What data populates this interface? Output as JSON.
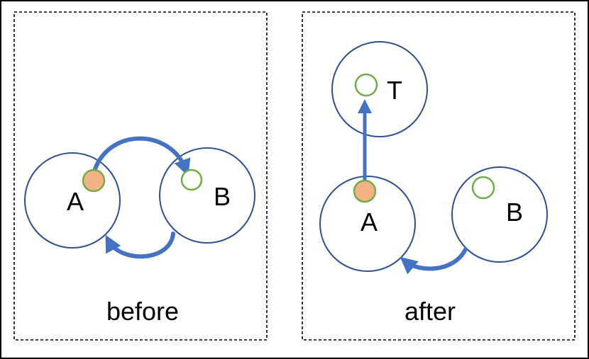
{
  "colors": {
    "frame": "#000000",
    "circle_stroke": "#2F4F8F",
    "arrow": "#4472C4",
    "filled_dot": "#F4B183",
    "filled_dot_stroke": "#70AD47",
    "empty_dot_stroke": "#70AD47"
  },
  "panels": {
    "before": {
      "caption": "before",
      "node_a_label": "A",
      "node_b_label": "B"
    },
    "after": {
      "caption": "after",
      "node_t_label": "T",
      "node_a_label": "A",
      "node_b_label": "B"
    }
  }
}
